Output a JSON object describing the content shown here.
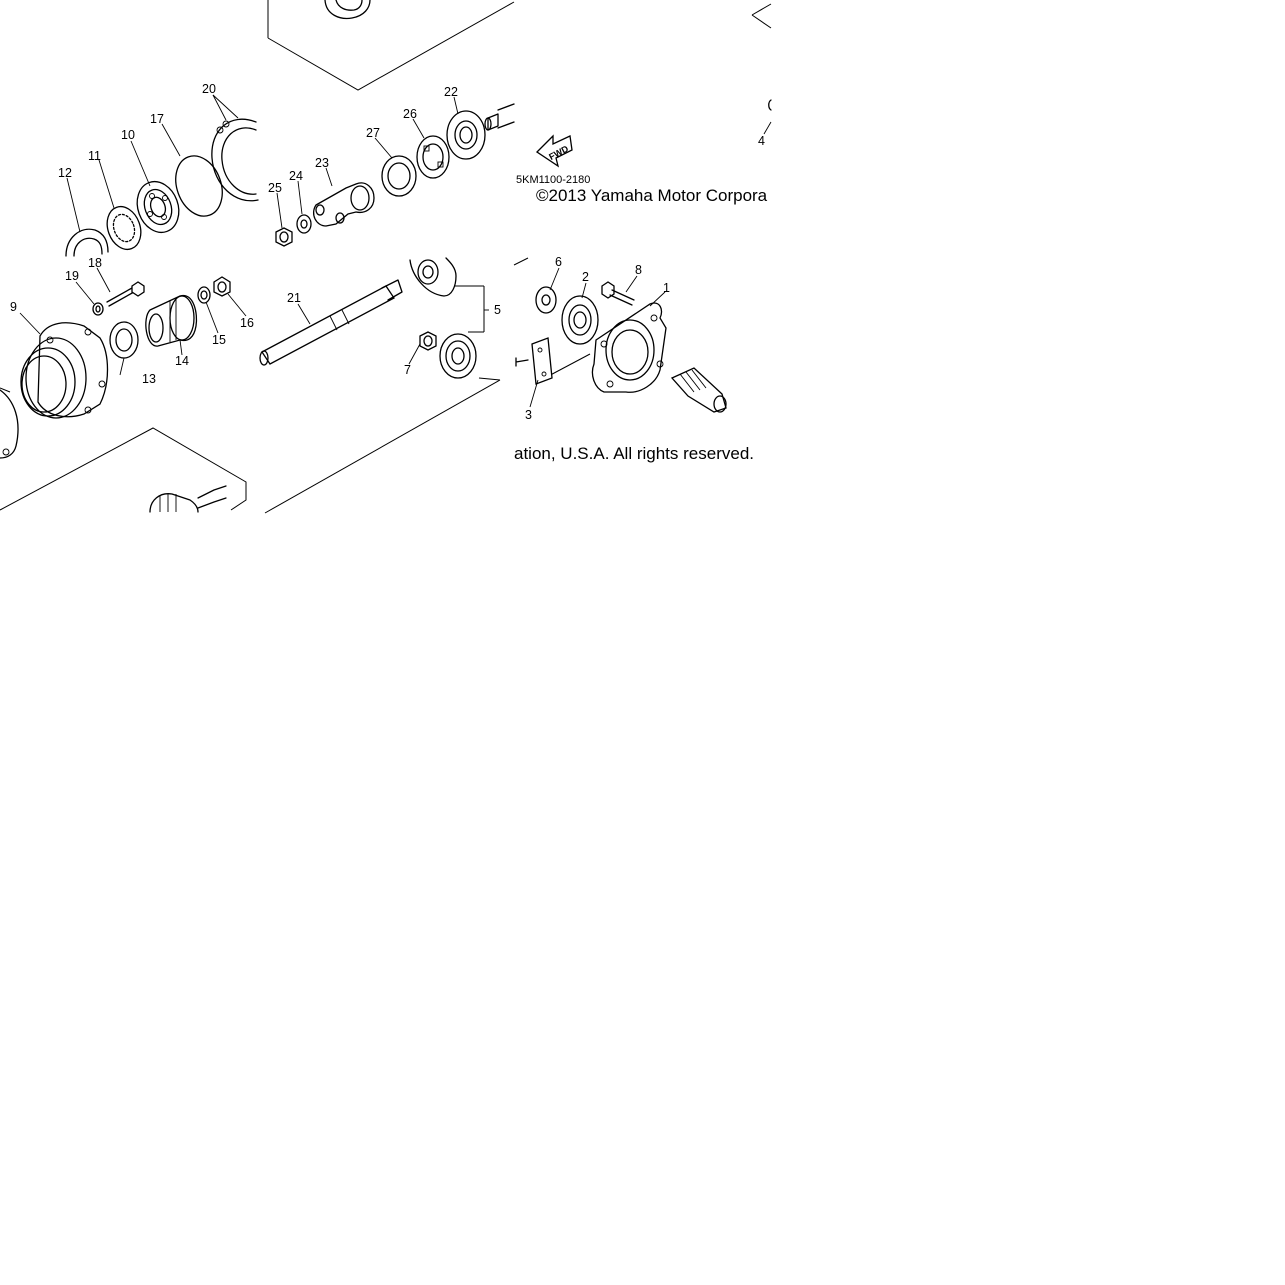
{
  "diagram": {
    "part_numbers": [
      "1",
      "2",
      "3",
      "4",
      "5",
      "6",
      "7",
      "8",
      "9",
      "10",
      "11",
      "12",
      "13",
      "14",
      "15",
      "16",
      "17",
      "18",
      "19",
      "20",
      "21",
      "22",
      "23",
      "24",
      "25",
      "26",
      "27"
    ],
    "drawing_code": "5KM1100-2180",
    "copyright_top": "©2013 Yamaha Motor Corpora",
    "copyright_bottom": "ation, U.S.A. All rights reserved.",
    "fwd_label": "FWD",
    "icons": [
      "forward-arrow-icon"
    ]
  }
}
